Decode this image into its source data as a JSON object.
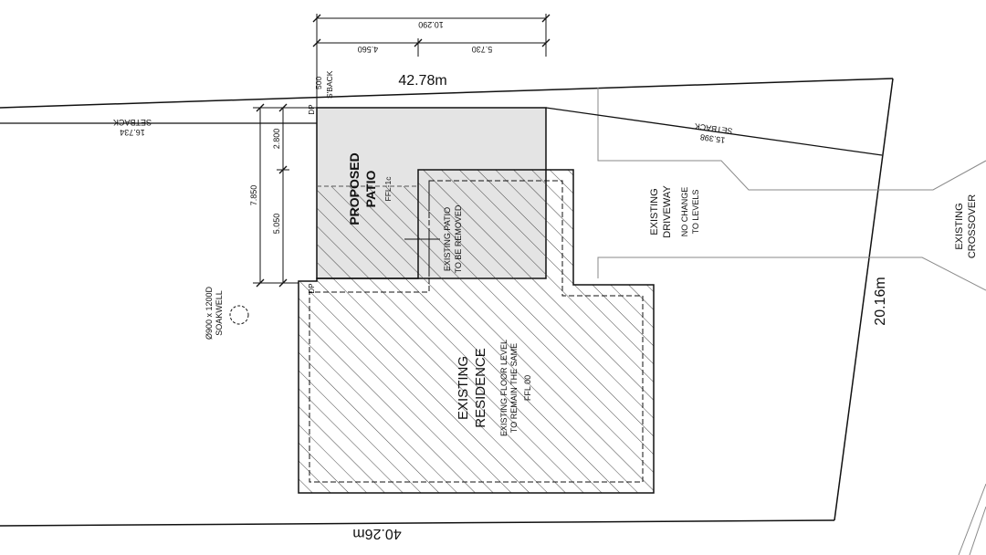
{
  "dimensions": {
    "top_boundary": "42.78m",
    "right_boundary": "20.16m",
    "bottom_boundary": "40.26m",
    "overall_width": "10.290",
    "left_segment": "4.560",
    "right_segment": "5.730",
    "patio_depth": "7.850",
    "patio_upper": "2.800",
    "patio_lower": "5.050"
  },
  "setbacks": {
    "front_setback": "500",
    "front_setback_label": "S'BACK",
    "left_setback_value": "16.734",
    "left_setback_label": "SETBACK",
    "right_setback_value": "15.398",
    "right_setback_label": "SETBACK"
  },
  "patio": {
    "title_line1": "PROPOSED",
    "title_line2": "PATIO",
    "level": "FFL-1c",
    "existing_line1": "EXISTING PATIO",
    "existing_line2": "TO BE REMOVED"
  },
  "residence": {
    "title_line1": "EXISTING",
    "title_line2": "RESIDENCE",
    "note_line1": "EXISTING FLOOR LEVEL",
    "note_line2": "TO REMAIN THE SAME",
    "level": "FFL 00"
  },
  "driveway": {
    "line1": "EXISTING",
    "line2": "DRIVEWAY",
    "note_line1": "NO CHANGE",
    "note_line2": "TO LEVELS"
  },
  "crossover": {
    "line1": "EXISTING",
    "line2": "CROSSOVER"
  },
  "soakwell": {
    "line1": "Ø900 x 1200D",
    "line2": "SOAKWELL"
  },
  "downpipes": [
    "DP",
    "DP"
  ]
}
